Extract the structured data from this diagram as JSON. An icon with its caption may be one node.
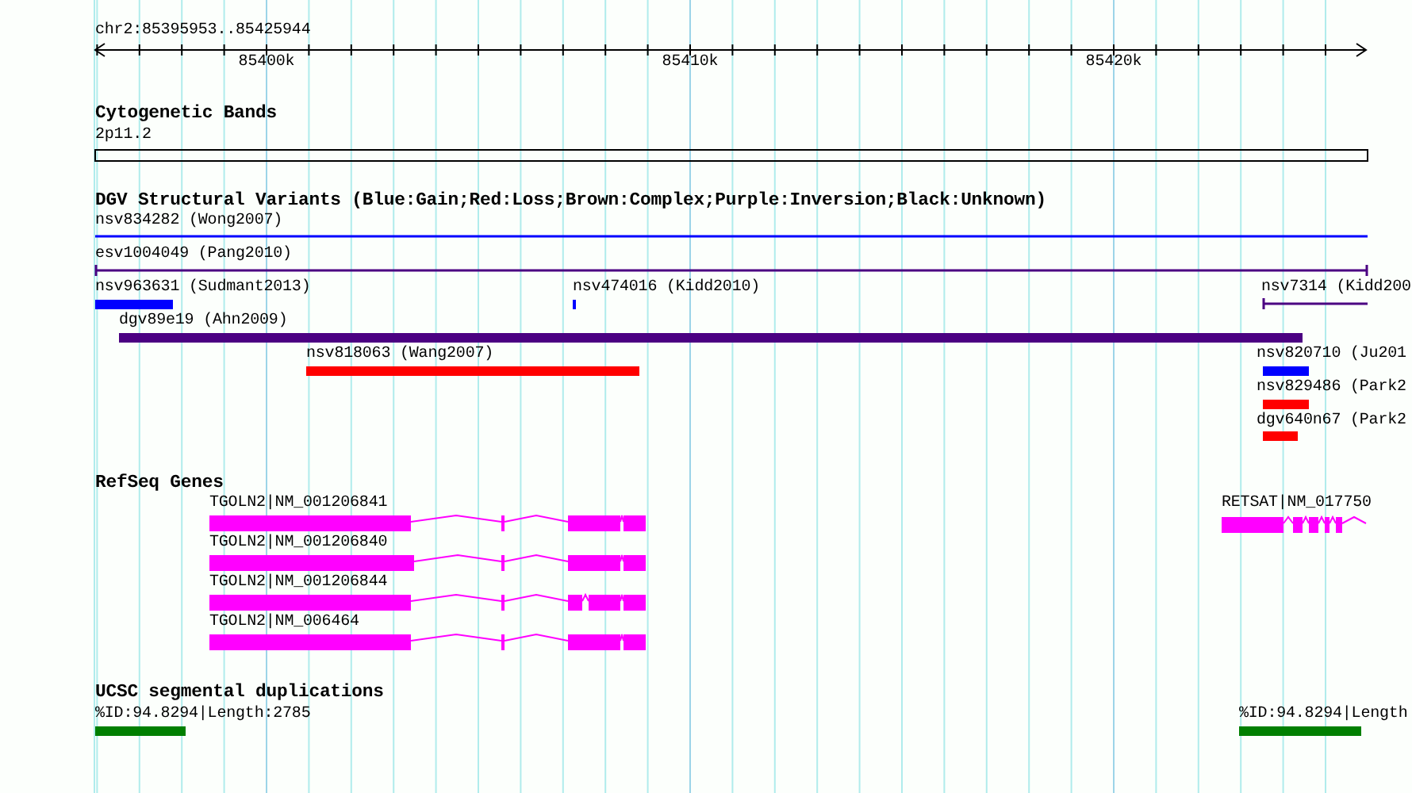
{
  "diagram": {
    "labels": [
      "chr2:85395953..85425944",
      "85400k",
      "85410k",
      "85420k",
      "Cytogenetic Bands",
      "2p11.2",
      "DGV Structural Variants (Blue:Gain;Red:Loss;Brown:Complex;Purple:Inversion;Black:Unknown)",
      "nsv834282 (Wong2007)",
      "esv1004049 (Pang2010)",
      "nsv963631 (Sudmant2013)",
      "nsv474016 (Kidd2010)",
      "nsv7314 (Kidd200",
      "dgv89e19 (Ahn2009)",
      "nsv818063 (Wang2007)",
      "nsv820710 (Ju201",
      "nsv829486 (Park2",
      "dgv640n67 (Park2",
      "RefSeq Genes",
      "TGOLN2|NM_001206841",
      "RETSAT|NM_017750",
      "TGOLN2|NM_001206840",
      "TGOLN2|NM_001206844",
      "TGOLN2|NM_006464",
      "UCSC segmental duplications",
      "%ID:94.8294|Length:2785",
      "%ID:94.8294|Length"
    ]
  }
}
